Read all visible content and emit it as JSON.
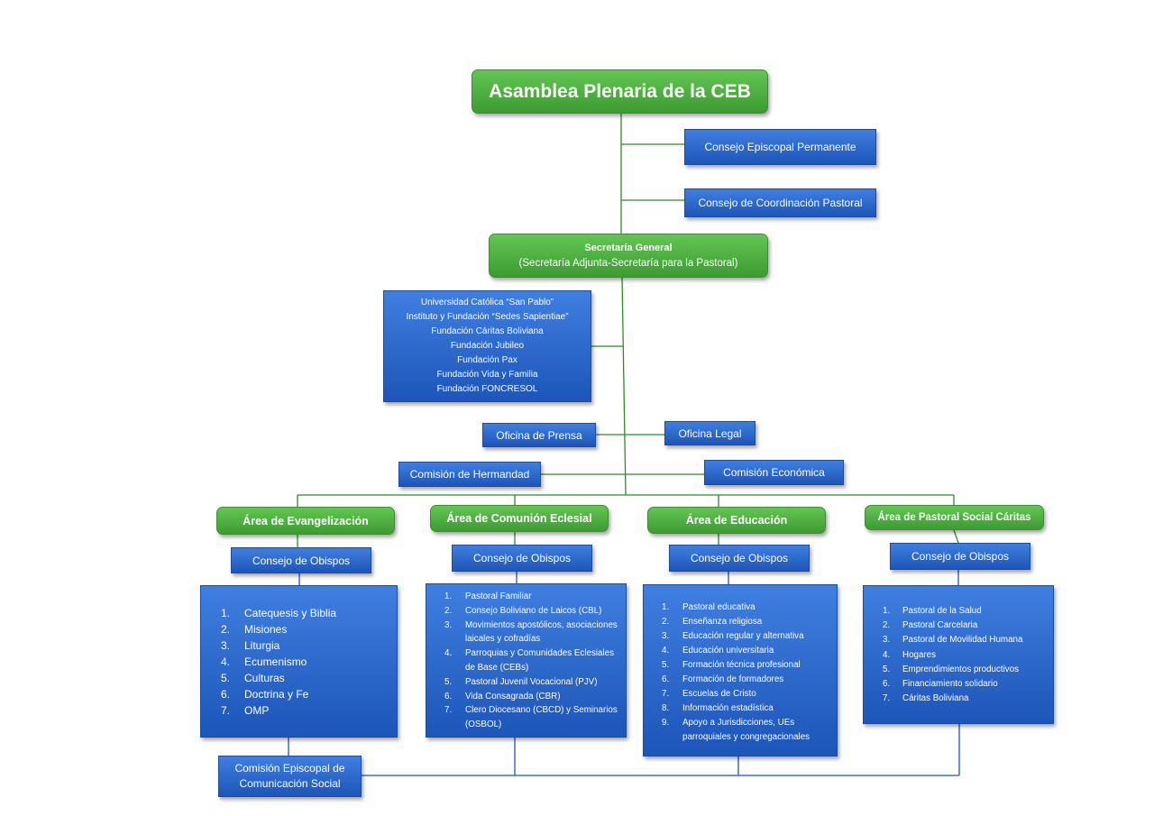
{
  "top": {
    "title": "Asamblea Plenaria de la CEB"
  },
  "councils": [
    {
      "label": "Consejo Episcopal Permanente"
    },
    {
      "label": "Consejo de Coordinación Pastoral"
    }
  ],
  "secretaria": {
    "title": "Secretaría General",
    "subtitle": "(Secretaría Adjunta-Secretaría para la Pastoral)"
  },
  "instituciones": [
    "Universidad Católica “San Pablo”",
    "Instituto y Fundación “Sedes Sapientiae”",
    "Fundación Cáritas Boliviana",
    "Fundación Jubileo",
    "Fundación Pax",
    "Fundación Vida y Familia",
    "Fundación FONCRESOL"
  ],
  "oficinas": {
    "prensa": "Oficina de Prensa",
    "legal": "Oficina Legal"
  },
  "comisiones": {
    "hermandad": "Comisión de Hermandad",
    "economica": "Comisión Económica"
  },
  "areas": [
    {
      "title": "Área de Evangelización",
      "consejo": "Consejo de Obispos",
      "items": [
        {
          "n": "1.",
          "t": "Catequesis y Biblia"
        },
        {
          "n": "2.",
          "t": "Misiones"
        },
        {
          "n": "3.",
          "t": "Liturgia"
        },
        {
          "n": "4.",
          "t": "Ecumenismo"
        },
        {
          "n": "5.",
          "t": "Culturas"
        },
        {
          "n": "6.",
          "t": "Doctrina y Fe"
        },
        {
          "n": "7.",
          "t": "OMP"
        }
      ]
    },
    {
      "title": "Área de Comunión Eclesial",
      "consejo": "Consejo de Obispos",
      "items": [
        {
          "n": "1.",
          "t": "Pastoral Familiar"
        },
        {
          "n": "2.",
          "t": "Consejo Boliviano de Laicos (CBL)"
        },
        {
          "n": "3.",
          "t": "Movimientos apostólicos, asociaciones laicales y cofradías"
        },
        {
          "n": "4.",
          "t": "Parroquias y Comunidades Eclesiales de Base (CEBs)"
        },
        {
          "n": "5.",
          "t": "Pastoral Juvenil Vocacional (PJV)"
        },
        {
          "n": "6.",
          "t": "Vida Consagrada (CBR)"
        },
        {
          "n": "7.",
          "t": "Clero Diocesano (CBCD) y Seminarios (OSBOL)"
        }
      ]
    },
    {
      "title": "Área de Educación",
      "consejo": "Consejo de Obispos",
      "items": [
        {
          "n": "1.",
          "t": "Pastoral educativa"
        },
        {
          "n": "2.",
          "t": "Enseñanza religiosa"
        },
        {
          "n": "3.",
          "t": "Educación regular y alternativa"
        },
        {
          "n": "4.",
          "t": "Educación universitaria"
        },
        {
          "n": "5.",
          "t": "Formación técnica profesional"
        },
        {
          "n": "6.",
          "t": "Formación de formadores"
        },
        {
          "n": "7.",
          "t": "Escuelas de Cristo"
        },
        {
          "n": "8.",
          "t": "Información estadística"
        },
        {
          "n": "9.",
          "t": "Apoyo a Jurisdicciones, UEs parroquiales y congregacionales"
        }
      ]
    },
    {
      "title": "Área de Pastoral Social Cáritas",
      "consejo": "Consejo de Obispos",
      "items": [
        {
          "n": "1.",
          "t": "Pastoral de la Salud"
        },
        {
          "n": "2.",
          "t": "Pastoral Carcelaria"
        },
        {
          "n": "3.",
          "t": "Pastoral de Movilidad Humana"
        },
        {
          "n": "4.",
          "t": "Hogares"
        },
        {
          "n": "5.",
          "t": "Emprendimientos productivos"
        },
        {
          "n": "6.",
          "t": "Financiamiento solidario"
        },
        {
          "n": "7.",
          "t": "Cáritas Boliviana"
        }
      ]
    }
  ],
  "comunicacion": "Comisión Episcopal de Comunicación Social",
  "colors": {
    "green": "#4cb140",
    "blue": "#2b66c9",
    "line": "#2f8a2a",
    "bottom_line": "#1d55b8"
  }
}
